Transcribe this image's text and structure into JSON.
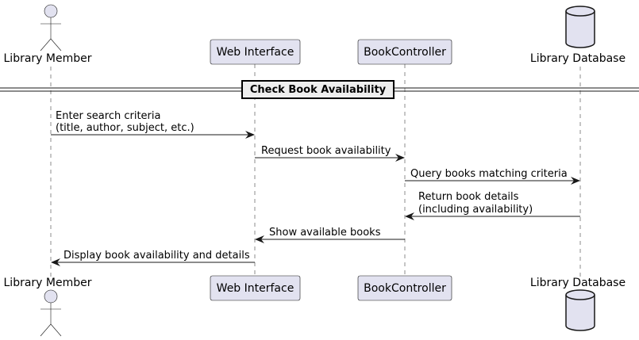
{
  "participants": [
    {
      "id": "member",
      "type": "actor",
      "label": "Library Member"
    },
    {
      "id": "web",
      "type": "participant",
      "label": "Web Interface"
    },
    {
      "id": "ctrl",
      "type": "participant",
      "label": "BookController"
    },
    {
      "id": "db",
      "type": "database",
      "label": "Library Database"
    }
  ],
  "separator": {
    "label": "Check Book Availability"
  },
  "messages": [
    {
      "from": "member",
      "to": "web",
      "lines": [
        "Enter search criteria",
        "(title, author, subject, etc.)"
      ]
    },
    {
      "from": "web",
      "to": "ctrl",
      "lines": [
        "Request book availability"
      ]
    },
    {
      "from": "ctrl",
      "to": "db",
      "lines": [
        "Query books matching criteria"
      ]
    },
    {
      "from": "db",
      "to": "ctrl",
      "lines": [
        "Return book details",
        "(including availability)"
      ]
    },
    {
      "from": "ctrl",
      "to": "web",
      "lines": [
        "Show available books"
      ]
    },
    {
      "from": "web",
      "to": "member",
      "lines": [
        "Display book availability and details"
      ]
    }
  ],
  "colors": {
    "fill": "#E2E2F0",
    "stroke": "#181818",
    "lifeline": "#181818",
    "background": "#FFFFFF"
  }
}
